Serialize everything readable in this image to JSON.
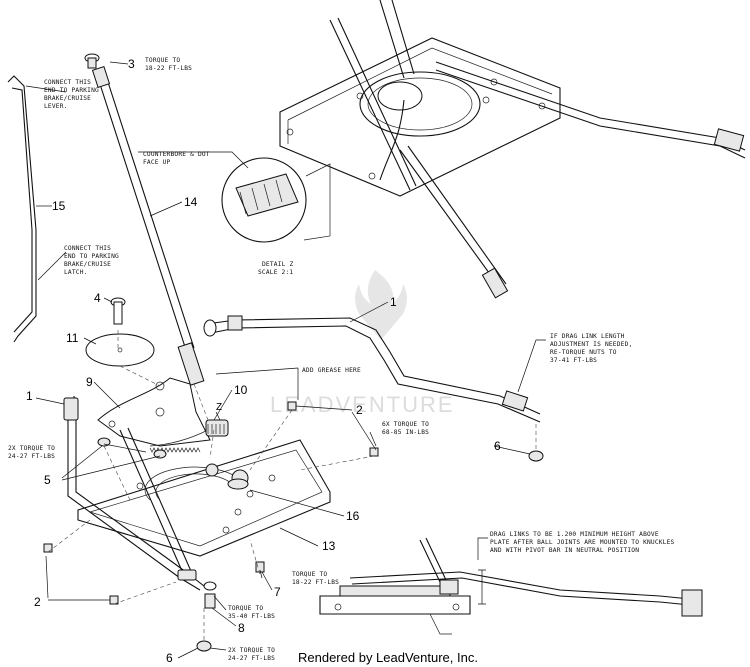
{
  "watermark": "LEADVENTURE",
  "footer": "Rendered by LeadVenture, Inc.",
  "callouts": [
    "1",
    "1",
    "2",
    "2",
    "3",
    "4",
    "5",
    "6",
    "6",
    "7",
    "8",
    "9",
    "10",
    "11",
    "13",
    "14",
    "15",
    "16"
  ],
  "notes": {
    "torque_3": [
      "TORQUE TO",
      "18-22 FT-LBS"
    ],
    "connect_parking_lever": [
      "CONNECT THIS",
      "END TO PARKING",
      "BRAKE/CRUISE",
      "LEVER."
    ],
    "connect_parking_latch": [
      "CONNECT THIS",
      "END TO PARKING",
      "BRAKE/CRUISE",
      "LATCH."
    ],
    "counterbore": [
      "COUNTERBORE & DOT",
      "FACE UP"
    ],
    "detail": [
      "DETAIL Z",
      "SCALE 2:1"
    ],
    "grease": "ADD GREASE HERE",
    "drag_link": [
      "IF DRAG LINK LENGTH",
      "ADJUSTMENT IS NEEDED,",
      "RE-TORQUE NUTS TO",
      "37-41 FT-LBS"
    ],
    "torque_2": [
      "6X TORQUE TO",
      "68-85 IN-LBS"
    ],
    "torque_left": [
      "2X TORQUE TO",
      "24-27 FT-LBS"
    ],
    "torque_7": [
      "TORQUE TO",
      "18-22 FT-LBS"
    ],
    "torque_8": [
      "TORQUE TO",
      "35-40 FT-LBS"
    ],
    "torque_bottom": [
      "2X TORQUE TO",
      "24-27 FT-LBS"
    ],
    "drag_links_min": [
      "DRAG LINKS TO BE 1.200 MINIMUM HEIGHT ABOVE",
      "PLATE AFTER  BALL JOINTS ARE MOUNTED TO KNUCKLES",
      "AND WITH PIVOT BAR IN NEUTRAL POSITION"
    ],
    "detail_letter": "Z"
  }
}
